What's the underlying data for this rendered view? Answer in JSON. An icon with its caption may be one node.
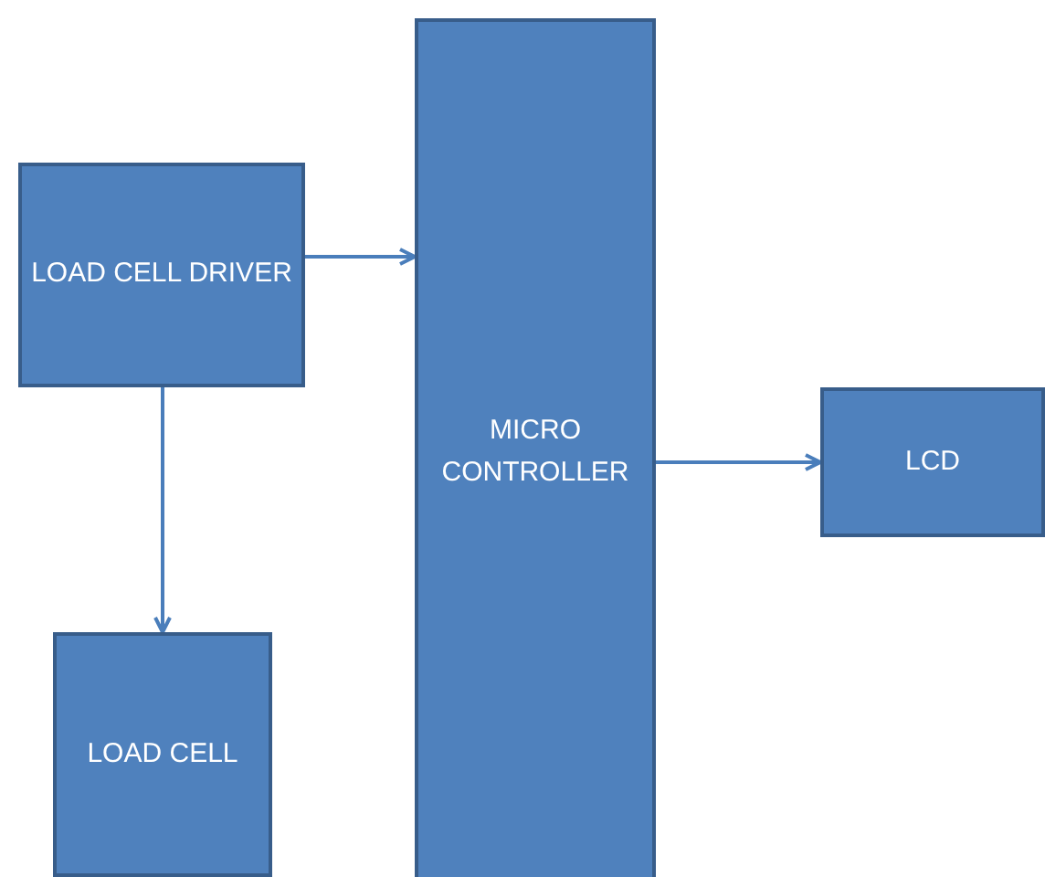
{
  "diagram": {
    "nodes": [
      {
        "text": [
          "LOAD CELL DRIVER"
        ]
      },
      {
        "text": [
          "MICRO CONTROLLER"
        ]
      },
      {
        "text": [
          "LCD"
        ]
      },
      {
        "text": [
          "LOAD CELL"
        ]
      }
    ],
    "edges": [
      {
        "from": 0,
        "to": 1,
        "arrow": "to"
      },
      {
        "from": 0,
        "to": 3,
        "arrow": "to"
      },
      {
        "from": 1,
        "to": 2,
        "arrow": "to"
      }
    ]
  }
}
